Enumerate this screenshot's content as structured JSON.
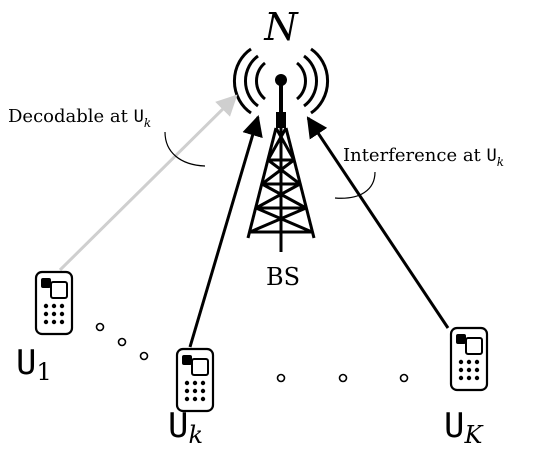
{
  "labels": {
    "antenna_count": "N",
    "base_station": "BS",
    "decodable_prefix": "Decodable at ",
    "interference_prefix": "Interference at ",
    "user_letter": "U",
    "user_k_sub": "k",
    "user_1_sub": "1",
    "user_K_sub": "K"
  },
  "colors": {
    "ink": "#000000",
    "decodable_arrow": "#cfcfcf",
    "phone_body": "#ffffff"
  },
  "icons": [
    "base-station-tower-icon",
    "mobile-phone-icon"
  ]
}
